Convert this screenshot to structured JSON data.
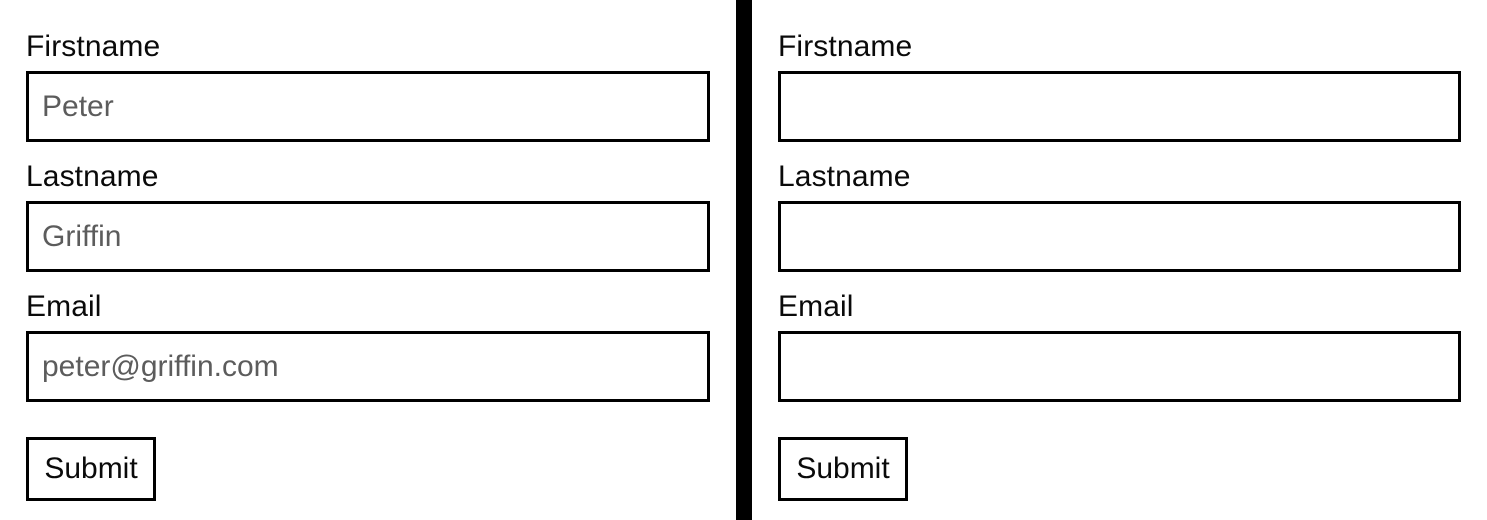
{
  "layout": {
    "divider_color": "#000000",
    "background_color": "#ffffff",
    "border_color": "#000000",
    "placeholder_color": "#5c5c5c",
    "label_color": "#0a0a0a"
  },
  "panels": [
    {
      "id": "left",
      "name": "form-with-placeholders",
      "fields": [
        {
          "label": "Firstname",
          "value": "",
          "placeholder": "Peter",
          "name": "firstname"
        },
        {
          "label": "Lastname",
          "value": "",
          "placeholder": "Griffin",
          "name": "lastname"
        },
        {
          "label": "Email",
          "value": "",
          "placeholder": "peter@griffin.com",
          "name": "email"
        }
      ],
      "submit_label": "Submit"
    },
    {
      "id": "right",
      "name": "form-empty",
      "fields": [
        {
          "label": "Firstname",
          "value": "",
          "placeholder": "",
          "name": "firstname"
        },
        {
          "label": "Lastname",
          "value": "",
          "placeholder": "",
          "name": "lastname"
        },
        {
          "label": "Email",
          "value": "",
          "placeholder": "",
          "name": "email"
        }
      ],
      "submit_label": "Submit"
    }
  ]
}
